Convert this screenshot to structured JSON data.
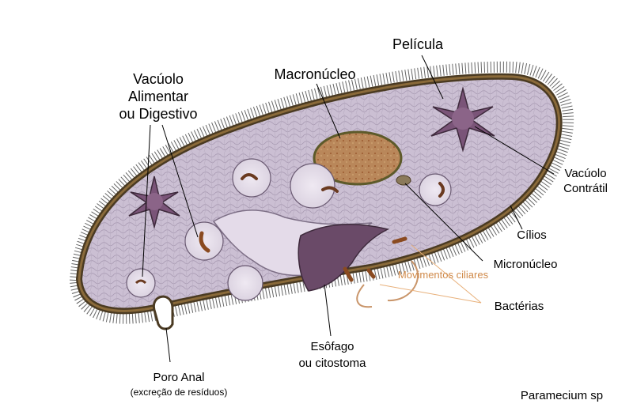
{
  "diagram": {
    "title": "Paramecium sp",
    "labels": {
      "pelicula": "Película",
      "macronucleo": "Macronúcleo",
      "vacuolo_alimentar_1": "Vacúolo",
      "vacuolo_alimentar_2": "Alimentar",
      "vacuolo_alimentar_3": "ou Digestivo",
      "vacuolo_contratil_1": "Vacúolo",
      "vacuolo_contratil_2": "Contrátil",
      "cilios": "Cílios",
      "micronucleo": "Micronúcleo",
      "movimentos_ciliares": "Movimentos ciliares",
      "bacterias": "Bactérias",
      "esofago_1": "Esôfago",
      "esofago_2": "ou citostoma",
      "poro_anal": "Poro Anal",
      "poro_anal_sub": "(excreção de resíduos)"
    },
    "colors": {
      "cytoplasm": "#cbbfd3",
      "pellicle_outer": "#4a3a22",
      "pellicle_inner": "#7a5a32",
      "cilia": "#555555",
      "macronucleus": "#b7865a",
      "macronucleus_border": "#5d5a2a",
      "oral_groove": "#6a4a68",
      "vacuole_purple": "#7a5478",
      "orange_text": "#d08a4a",
      "orange_line": "#e8b07a"
    }
  }
}
